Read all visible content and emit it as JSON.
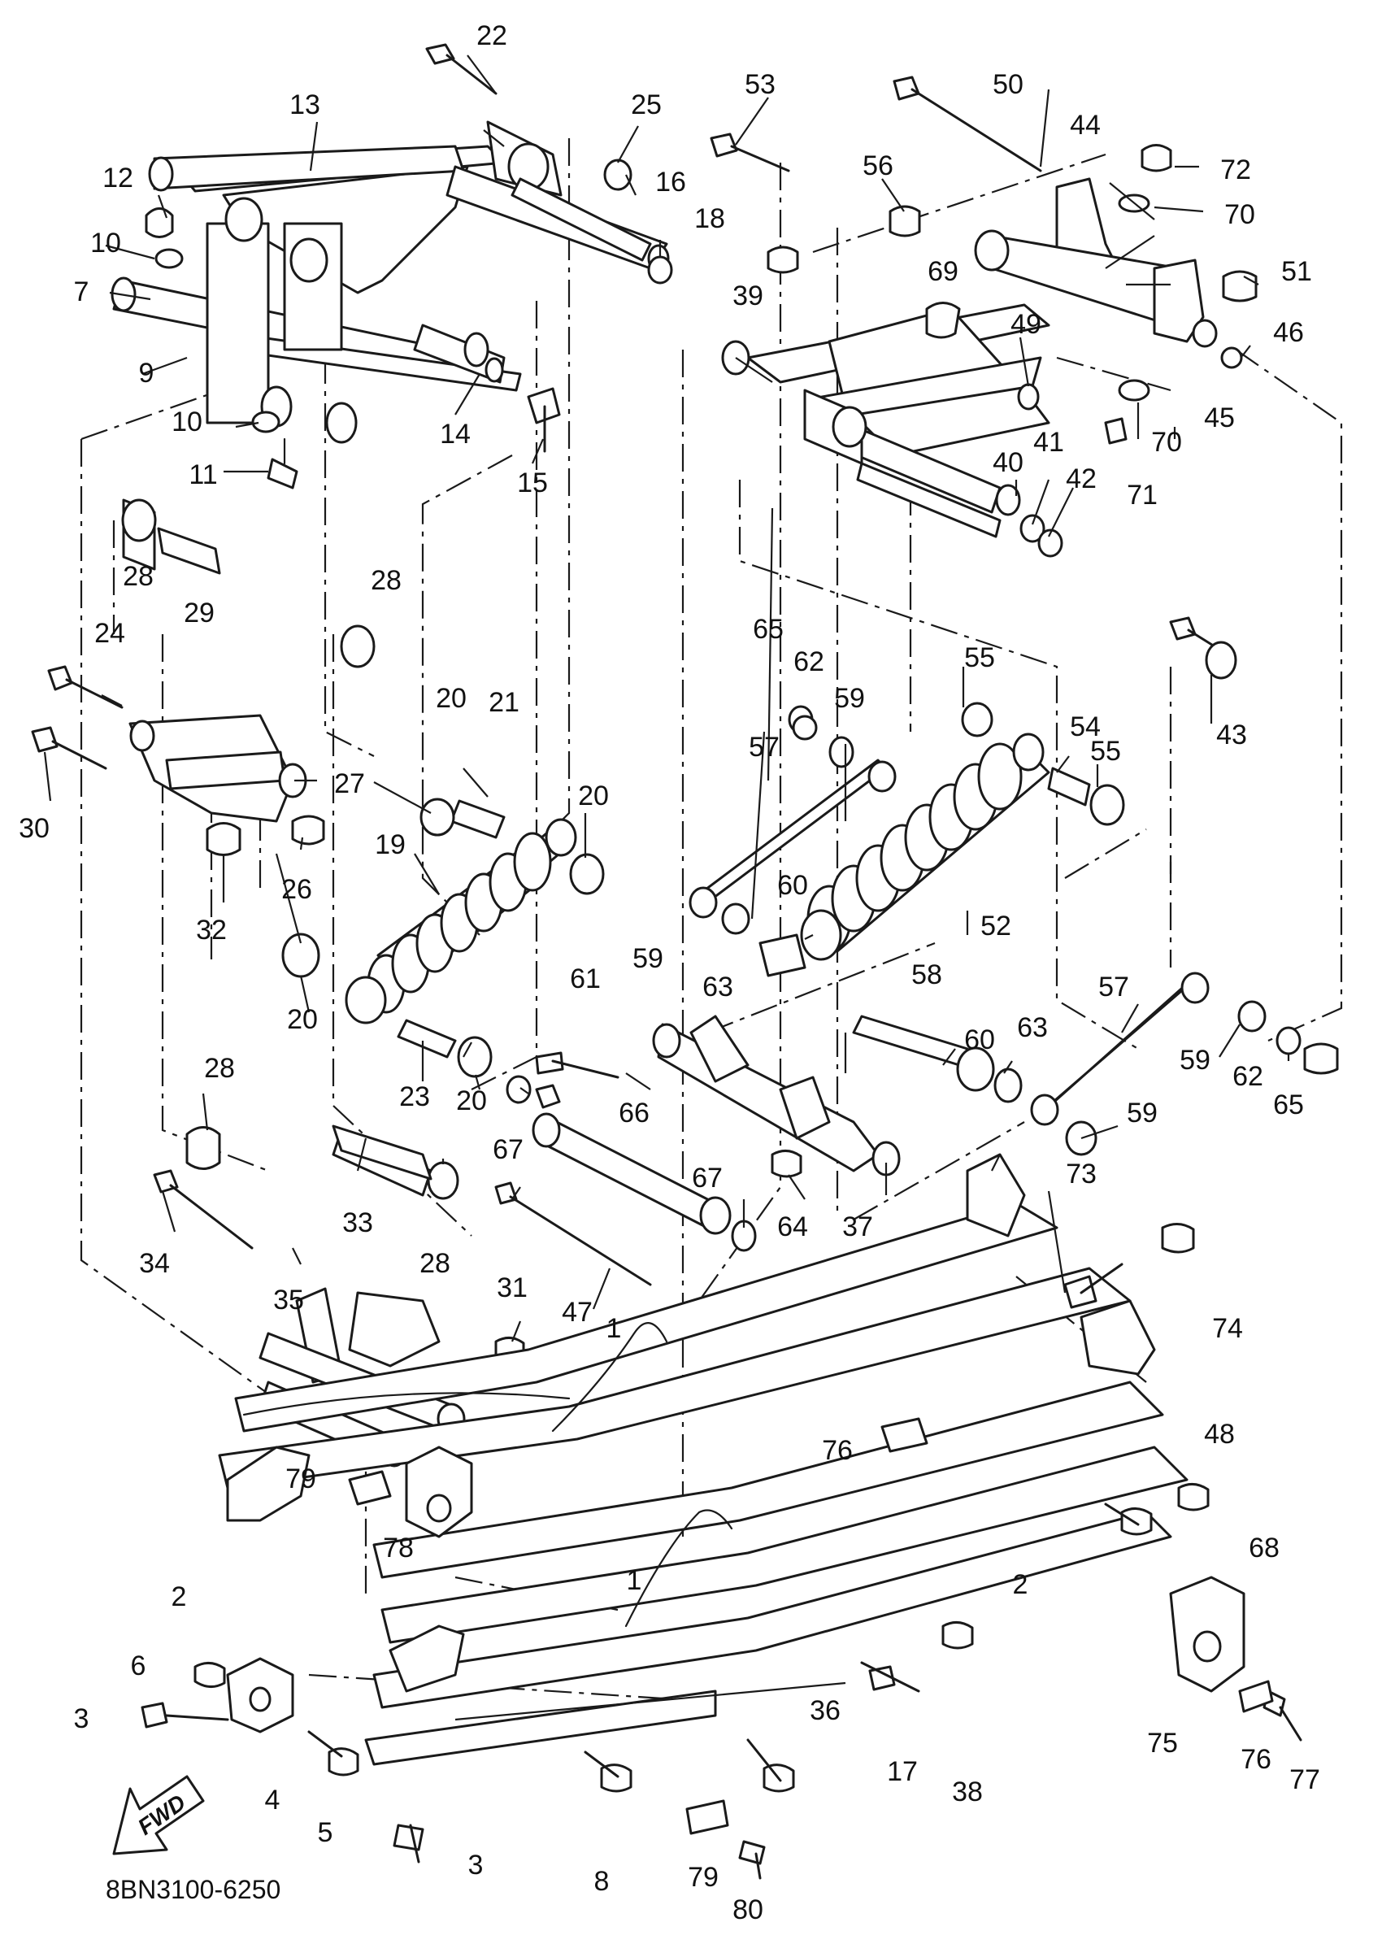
{
  "diagram": {
    "drawing_code": "8BN3100-6250",
    "direction_marker": "FWD",
    "callouts": [
      "1",
      "2",
      "3",
      "4",
      "5",
      "6",
      "7",
      "8",
      "9",
      "10",
      "11",
      "12",
      "13",
      "14",
      "15",
      "16",
      "17",
      "18",
      "19",
      "20",
      "21",
      "22",
      "23",
      "24",
      "25",
      "26",
      "27",
      "28",
      "29",
      "30",
      "31",
      "32",
      "33",
      "34",
      "35",
      "36",
      "37",
      "38",
      "39",
      "40",
      "41",
      "42",
      "43",
      "44",
      "45",
      "46",
      "47",
      "48",
      "49",
      "50",
      "51",
      "52",
      "53",
      "54",
      "55",
      "56",
      "57",
      "58",
      "59",
      "60",
      "61",
      "62",
      "63",
      "64",
      "65",
      "66",
      "67",
      "68",
      "69",
      "70",
      "71",
      "72",
      "73",
      "74",
      "75",
      "76",
      "77",
      "78",
      "79",
      "80"
    ]
  }
}
